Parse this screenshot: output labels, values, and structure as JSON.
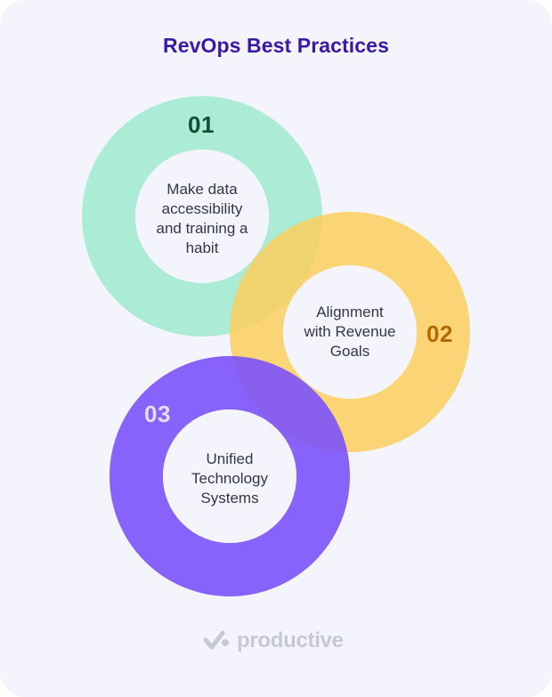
{
  "title": "RevOps Best Practices",
  "items": [
    {
      "number": "01",
      "text_lines": [
        "Make data",
        "accessibility",
        "and training a",
        "habit"
      ],
      "ring_color": "#a4ead1",
      "number_color": "#0f5132"
    },
    {
      "number": "02",
      "text_lines": [
        "Alignment",
        "with Revenue",
        "Goals"
      ],
      "ring_color": "#fdcd57",
      "number_color": "#b26a00"
    },
    {
      "number": "03",
      "text_lines": [
        "Unified",
        "Technology",
        "Systems"
      ],
      "ring_color": "#7c53fb",
      "number_color": "#e4dcff"
    }
  ],
  "brand": {
    "name": "productive",
    "icon": "productive-logo-icon"
  }
}
